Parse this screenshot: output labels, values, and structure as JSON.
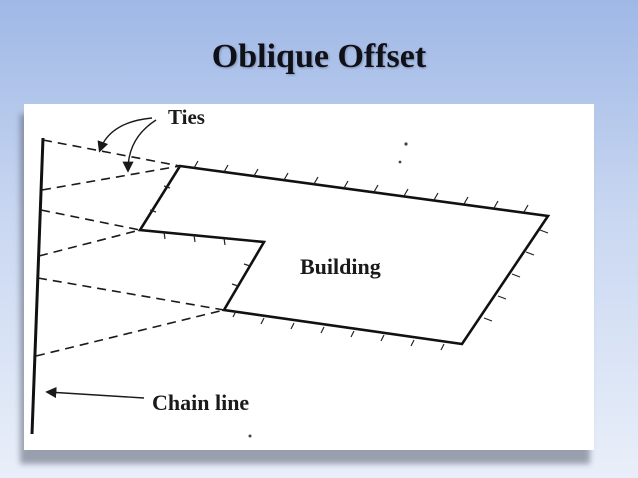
{
  "slide": {
    "title": "Oblique Offset"
  },
  "diagram": {
    "labels": {
      "ties": "Ties",
      "building": "Building",
      "chain_line": "Chain line"
    }
  }
}
